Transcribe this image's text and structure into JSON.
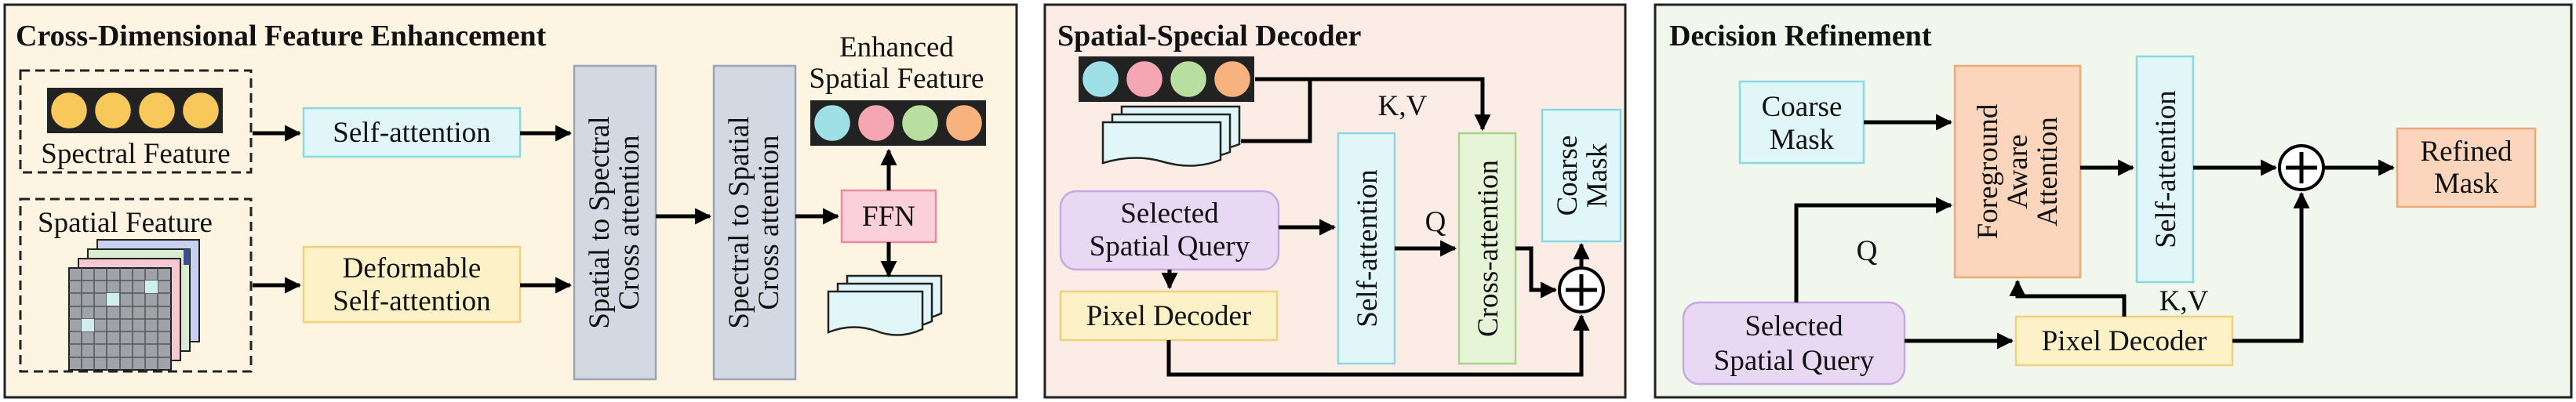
{
  "panels": [
    {
      "title": "Cross-Dimensional Feature Enhancement"
    },
    {
      "title": "Spatial-Special Decoder"
    },
    {
      "title": "Decision Refinement"
    }
  ],
  "p1": {
    "spectral_feature": "Spectral Feature",
    "spatial_feature": "Spatial Feature",
    "self_attention": "Self-attention",
    "deformable_line1": "Deformable",
    "deformable_line2": "Self-attention",
    "spa2spec_line1": "Spatial to Spectral",
    "spa2spec_line2": "Cross attention",
    "spec2spa_line1": "Spectral to Spatial",
    "spec2spa_line2": "Cross attention",
    "enhanced_line1": "Enhanced",
    "enhanced_line2": "Spatial Feature",
    "ffn": "FFN"
  },
  "p2": {
    "kv": "K,V",
    "q": "Q",
    "query_line1": "Selected",
    "query_line2": "Spatial Query",
    "pixel_decoder": "Pixel Decoder",
    "self_attention": "Self-attention",
    "cross_attention": "Cross-attention",
    "coarse_line1": "Coarse",
    "coarse_line2": "Mask"
  },
  "p3": {
    "coarse_line1": "Coarse",
    "coarse_line2": "Mask",
    "fg_line1": "Foreground",
    "fg_line2": "Aware",
    "fg_line3": "Attention",
    "self_attention": "Self-attention",
    "refined_line1": "Refined",
    "refined_line2": "Mask",
    "q": "Q",
    "kv": "K,V",
    "query_line1": "Selected",
    "query_line2": "Spatial Query",
    "pixel_decoder": "Pixel Decoder"
  },
  "colors": {
    "panel1_bg": "#fdf4e2",
    "panel2_bg": "#fbece6",
    "panel3_bg": "#f1f7ec",
    "cyan_fill": "#e0f6f8",
    "yellow_fill": "#fdf1c8",
    "gray_fill": "#d3d9e2",
    "pink_fill": "#fcd0da",
    "purple_fill": "#e8d8f3",
    "green_fill": "#e6f4d8",
    "orange_fill": "#fbd6bc",
    "token_yellow": "#f8c85a",
    "token_cyan": "#9fe0e6",
    "token_pink": "#f4a6b2",
    "token_green": "#b8dea0",
    "token_orange": "#f7b27e"
  }
}
